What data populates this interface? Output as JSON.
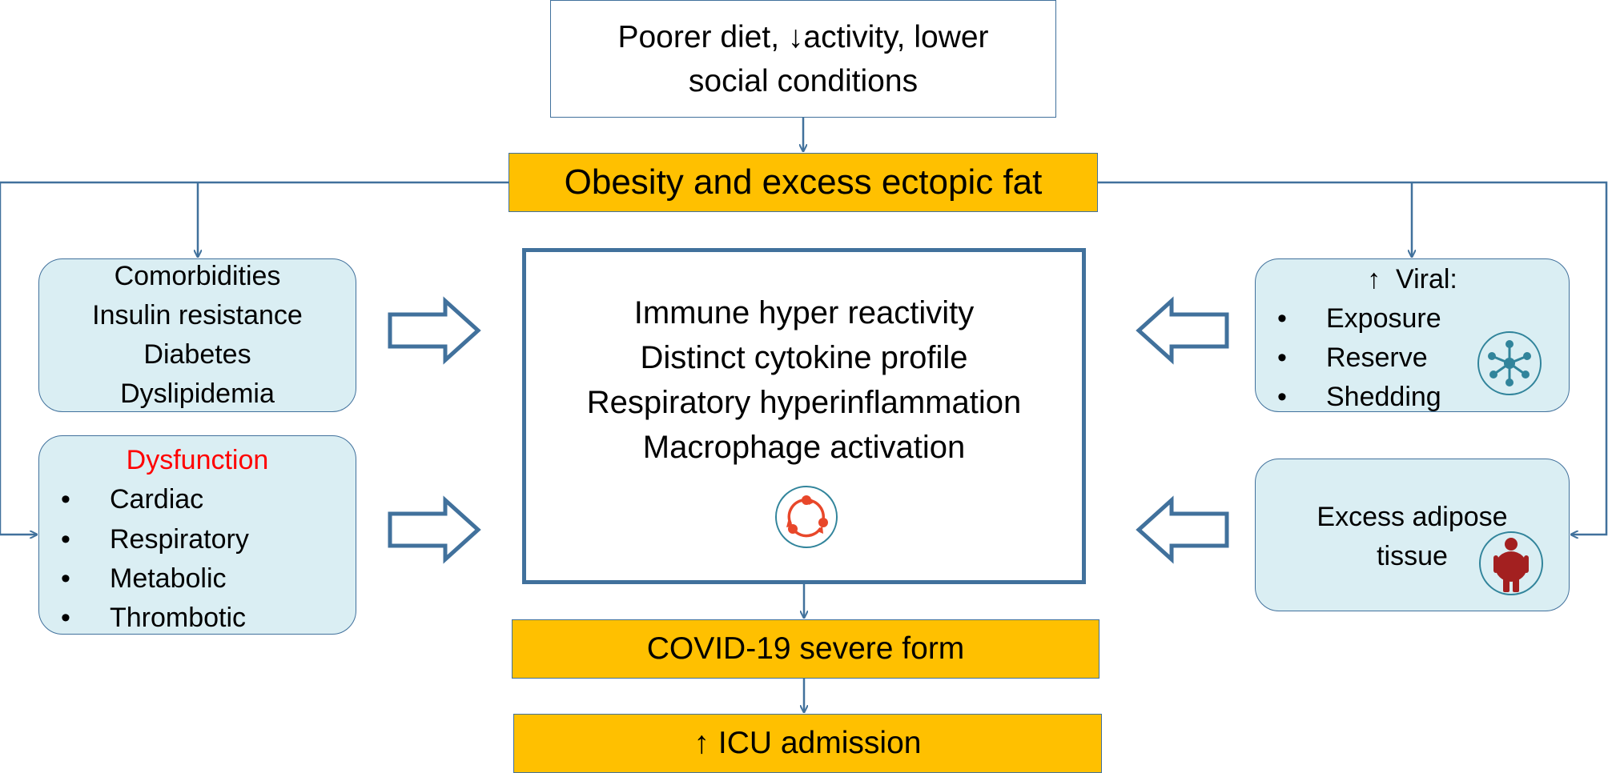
{
  "top_box": {
    "line1": "Poorer diet, ↓activity, lower",
    "line2": "social conditions"
  },
  "obesity_box": {
    "label": "Obesity and excess ectopic fat"
  },
  "comorbidities_box": {
    "title": "Comorbidities",
    "items": [
      "Insulin resistance",
      "Diabetes",
      "Dyslipidemia"
    ]
  },
  "dysfunction_box": {
    "title": "Dysfunction",
    "bullet": "•",
    "items": [
      "Cardiac",
      "Respiratory",
      "Metabolic",
      "Thrombotic"
    ]
  },
  "viral_box": {
    "title": "↑  Viral:",
    "bullet": "•",
    "items": [
      "Exposure",
      "Reserve",
      "Shedding"
    ]
  },
  "adipose_box": {
    "line1": "Excess adipose",
    "line2": "tissue"
  },
  "center_box": {
    "lines": [
      "Immune hyper reactivity",
      "Distinct cytokine profile",
      "Respiratory hyperinflammation",
      "Macrophage activation"
    ]
  },
  "covid_box": {
    "label": "COVID-19 severe form"
  },
  "icu_box": {
    "label": "↑ ICU admission"
  },
  "colors": {
    "accent_orange": "#ffc000",
    "connector_blue": "#41719c",
    "panel_blue": "#daeef3",
    "highlight_red": "#ff0000",
    "icon_teal": "#31849b",
    "icon_red_orange": "#e8472a",
    "icon_dark_red": "#a32020"
  },
  "icons": [
    "network-icon",
    "cycle-icon",
    "obese-person-icon"
  ]
}
